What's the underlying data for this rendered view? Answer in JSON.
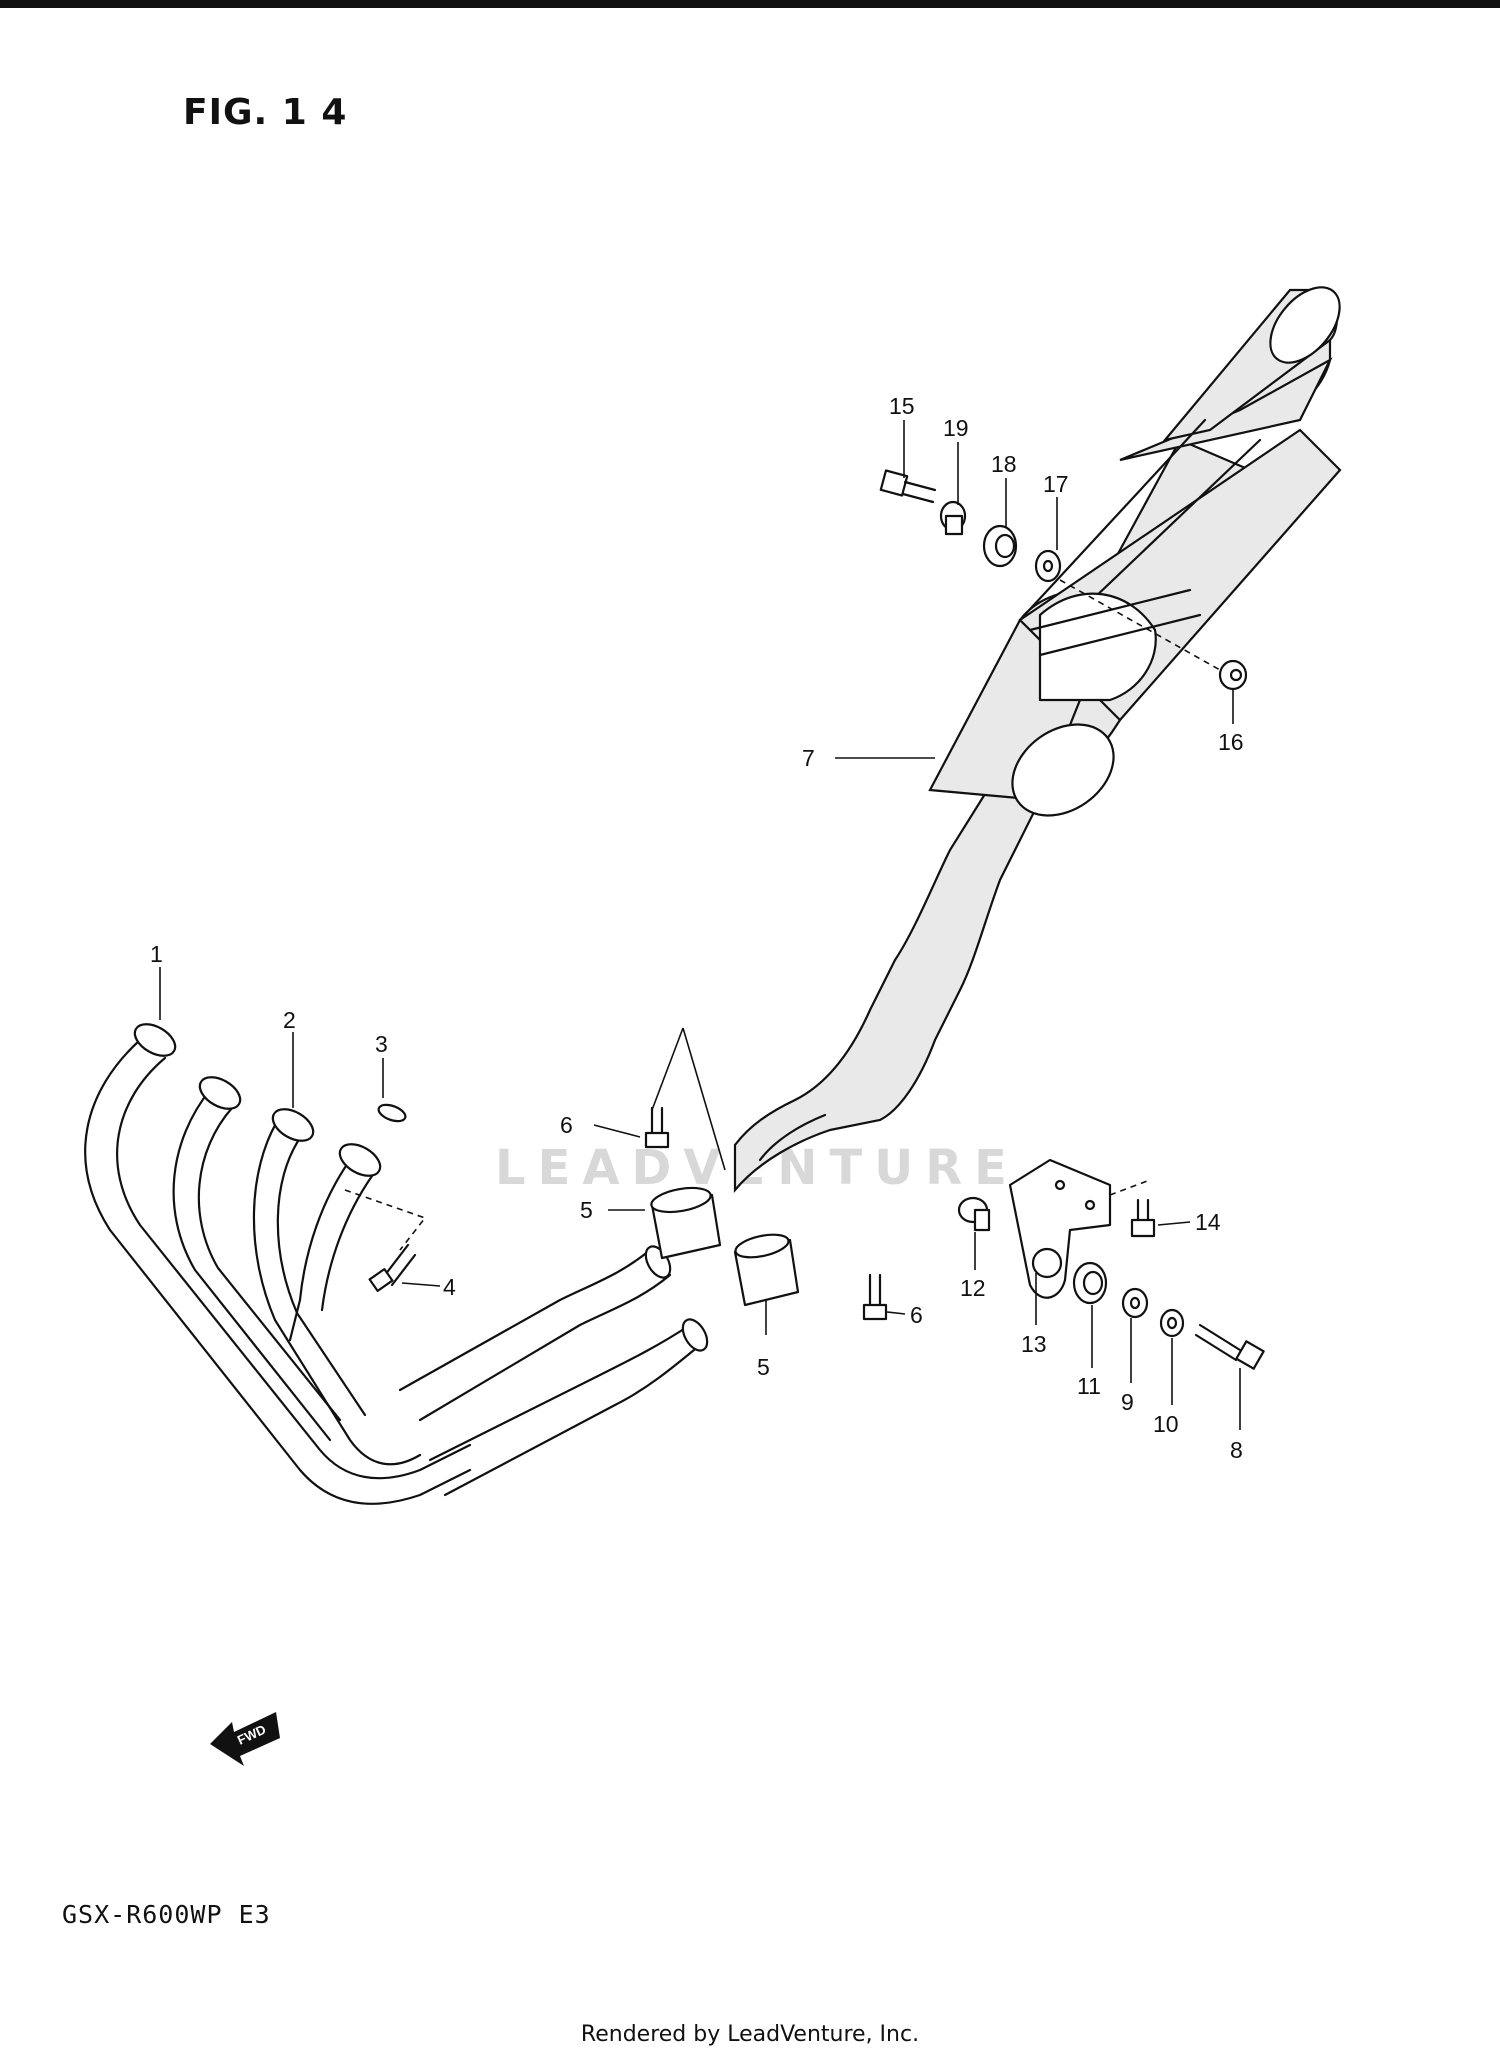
{
  "figure": {
    "title": "FIG. 1 4",
    "model": "GSX-R600WP E3"
  },
  "footer": {
    "text": "Rendered by LeadVenture, Inc."
  },
  "watermark": {
    "text": "LEADVENTURE"
  },
  "fwd_label": "FWD",
  "callouts": [
    "1",
    "2",
    "3",
    "4",
    "5",
    "5",
    "6",
    "6",
    "7",
    "8",
    "9",
    "10",
    "11",
    "12",
    "13",
    "14",
    "15",
    "16",
    "17",
    "18",
    "19"
  ]
}
